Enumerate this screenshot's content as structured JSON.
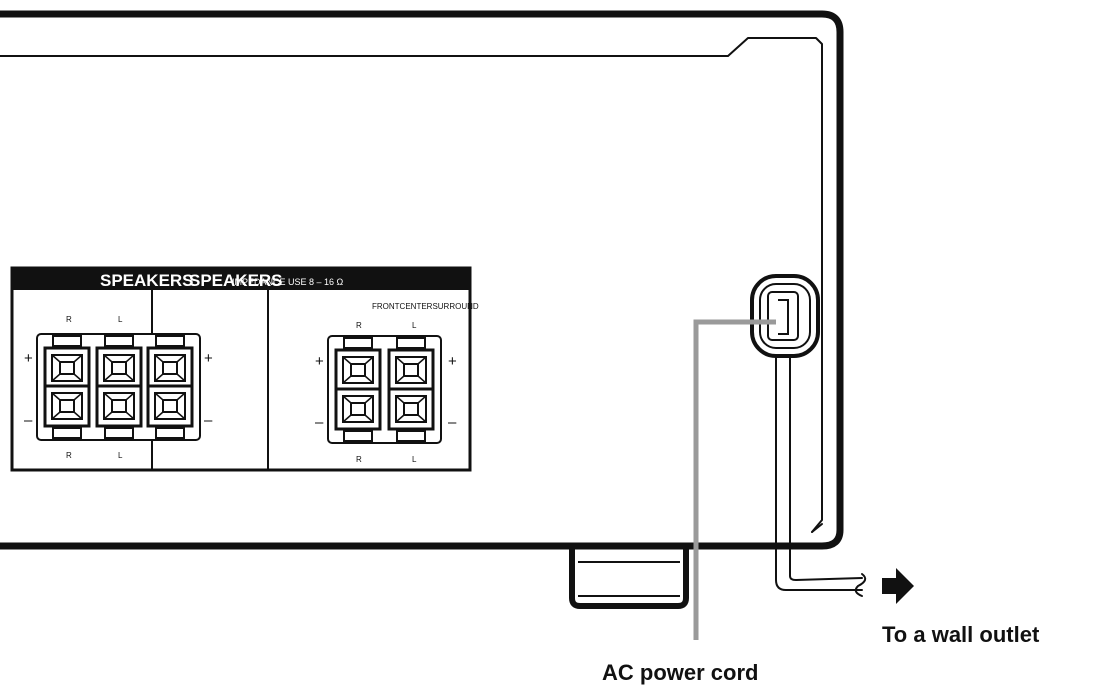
{
  "speaker_panel": {
    "header_left": "SPEAKERS",
    "header_right": "SPEAKERS",
    "impedance": "IMPEDANCE USE 8 – 16 Ω",
    "sub_label": "FRONTCENTERSURROUND",
    "channel_r": "R",
    "channel_l": "L",
    "plus": "+",
    "minus": "–"
  },
  "callouts": {
    "wall_outlet": "To a wall outlet",
    "ac_cord": "AC power cord"
  },
  "colors": {
    "outline": "#111111",
    "cord_gray": "#9a9a9a",
    "panel_header": "#111111"
  }
}
